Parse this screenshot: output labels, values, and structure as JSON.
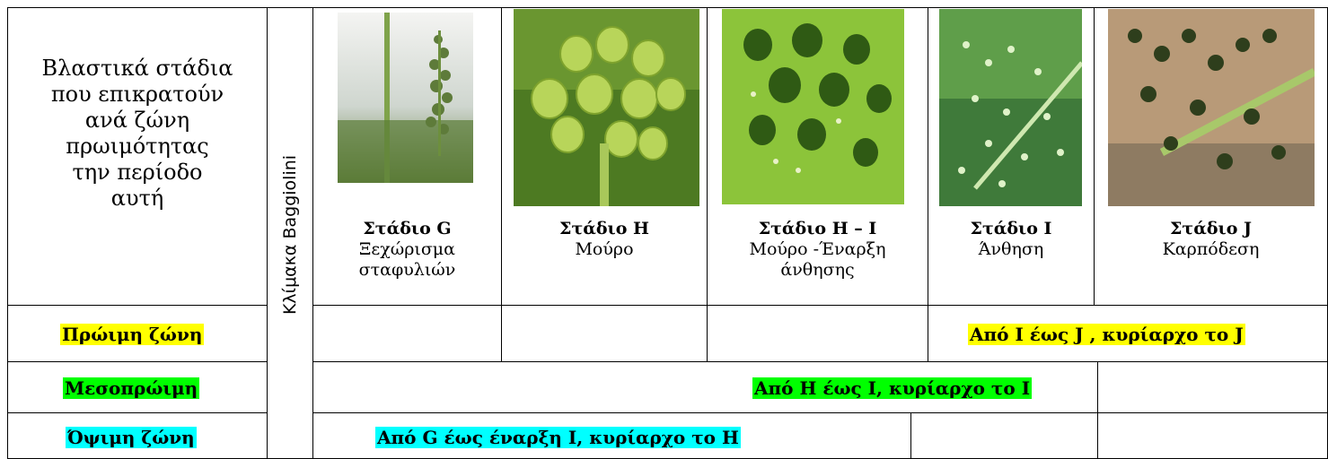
{
  "header_cell": {
    "lines": [
      "Βλαστικά στάδια",
      "που επικρατούν",
      "ανά ζώνη",
      "πρωιμότητας",
      "την περίοδο",
      "αυτή"
    ]
  },
  "scale_label": "Κλίμακα Baggiolini",
  "stages": [
    {
      "name": "Στάδιο G",
      "desc_lines": [
        "Ξεχώρισμα",
        "σταφυλιών"
      ],
      "photo": "grape-cluster-separation-photo"
    },
    {
      "name": "Στάδιο H",
      "desc_lines": [
        "Μούρο"
      ],
      "photo": "grape-berry-buds-photo"
    },
    {
      "name": "Στάδιο H – I",
      "desc_lines": [
        "Μούρο -Έναρξη",
        "άνθησης"
      ],
      "photo": "grape-flowering-start-photo"
    },
    {
      "name": "Στάδιο I",
      "desc_lines": [
        "Άνθηση"
      ],
      "photo": "grape-flowering-photo"
    },
    {
      "name": "Στάδιο J",
      "desc_lines": [
        "Καρπόδεση"
      ],
      "photo": "grape-fruit-set-photo"
    }
  ],
  "zones": [
    {
      "label": "Πρώιμη ζώνη",
      "color": "#ffff00",
      "summary": "Από I έως J , κυρίαρχο το J"
    },
    {
      "label": "Μεσοπρώιμη",
      "color": "#00ff00",
      "summary": "Από H έως I, κυρίαρχο το I"
    },
    {
      "label": "Όψιμη ζώνη",
      "color": "#00ffff",
      "summary": "Από G έως έναρξη I, κυρίαρχο το  H"
    }
  ]
}
